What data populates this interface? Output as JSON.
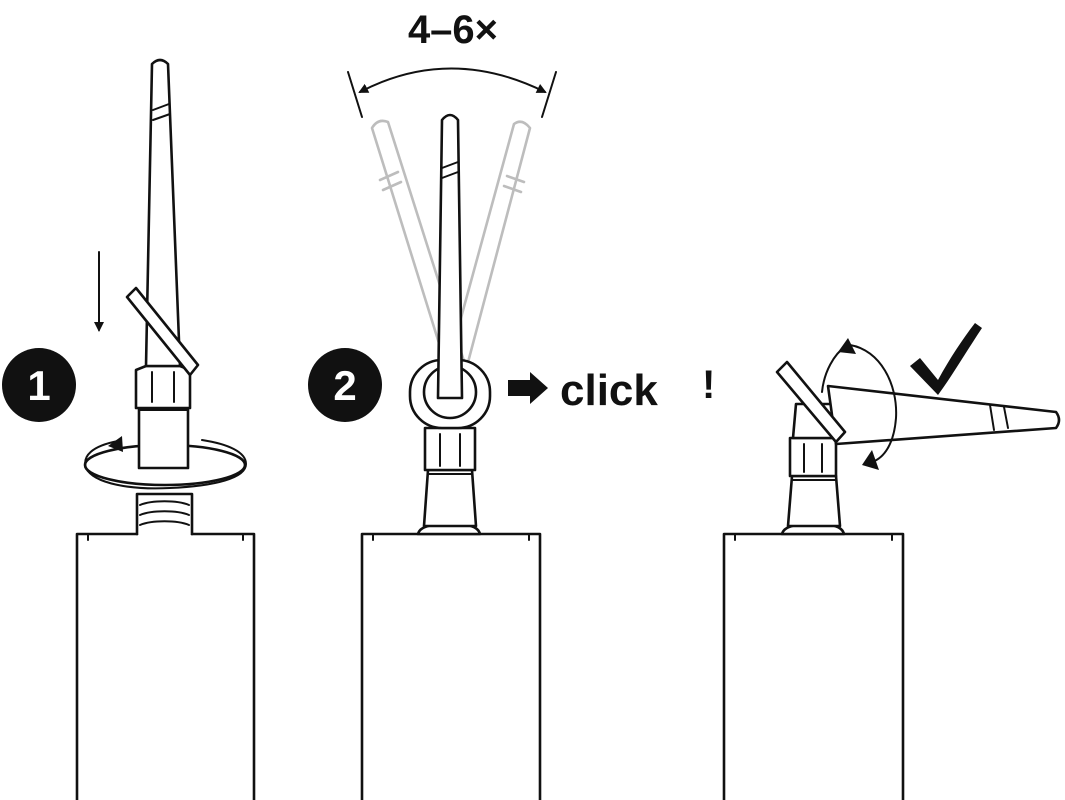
{
  "steps": [
    {
      "number": "1"
    },
    {
      "number": "2",
      "repeat_label": "4–6×",
      "click_text": "click",
      "click_exclaim": "!"
    },
    {
      "check_icon": "checkmark-icon"
    }
  ],
  "colors": {
    "ink": "#111111",
    "ghost": "#bdbdbd",
    "background": "#ffffff"
  }
}
